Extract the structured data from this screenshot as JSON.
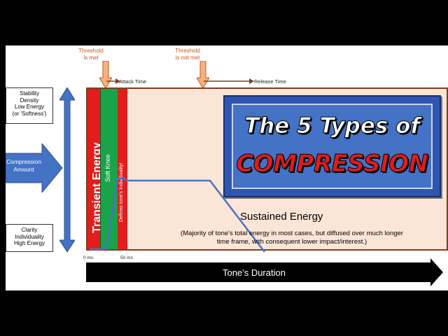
{
  "threshold_met": "Threshold\nis met",
  "threshold_not_met": "Threshold\nis not met",
  "attack_time": "Attack Time",
  "release_time": "Release Time",
  "left_top_box": "Stability\nDensity\nLow Energy\n(or 'Softness')",
  "left_bottom_box": "Clarity\nIndividuality\nHigh Energy",
  "compression_amount": "Compression\nAmount",
  "transient_energy": "Transient Energy",
  "soft_knee": "Soft Knee",
  "defines_tone": "Defines tone's Individuality!",
  "title_line1": "The 5 Types of",
  "title_line2": "COMPRESSION",
  "sustained_energy": "Sustained Energy",
  "sustained_desc": "(Majority of tone's total energy in most cases, but diffused over much longer time frame, with consequent lower impact/interest.)",
  "ms_0": "0 ms",
  "ms_50": "50 ms",
  "tone_duration": "Tone's Duration",
  "colors": {
    "orange": "#f4b183",
    "orange_dark": "#c55a11",
    "red": "#e31c1c",
    "green": "#1aa34a",
    "peach": "#fbe5d6",
    "blue": "#4472c4",
    "line_blue": "#4a72c4",
    "brown": "#7f3f1f"
  }
}
